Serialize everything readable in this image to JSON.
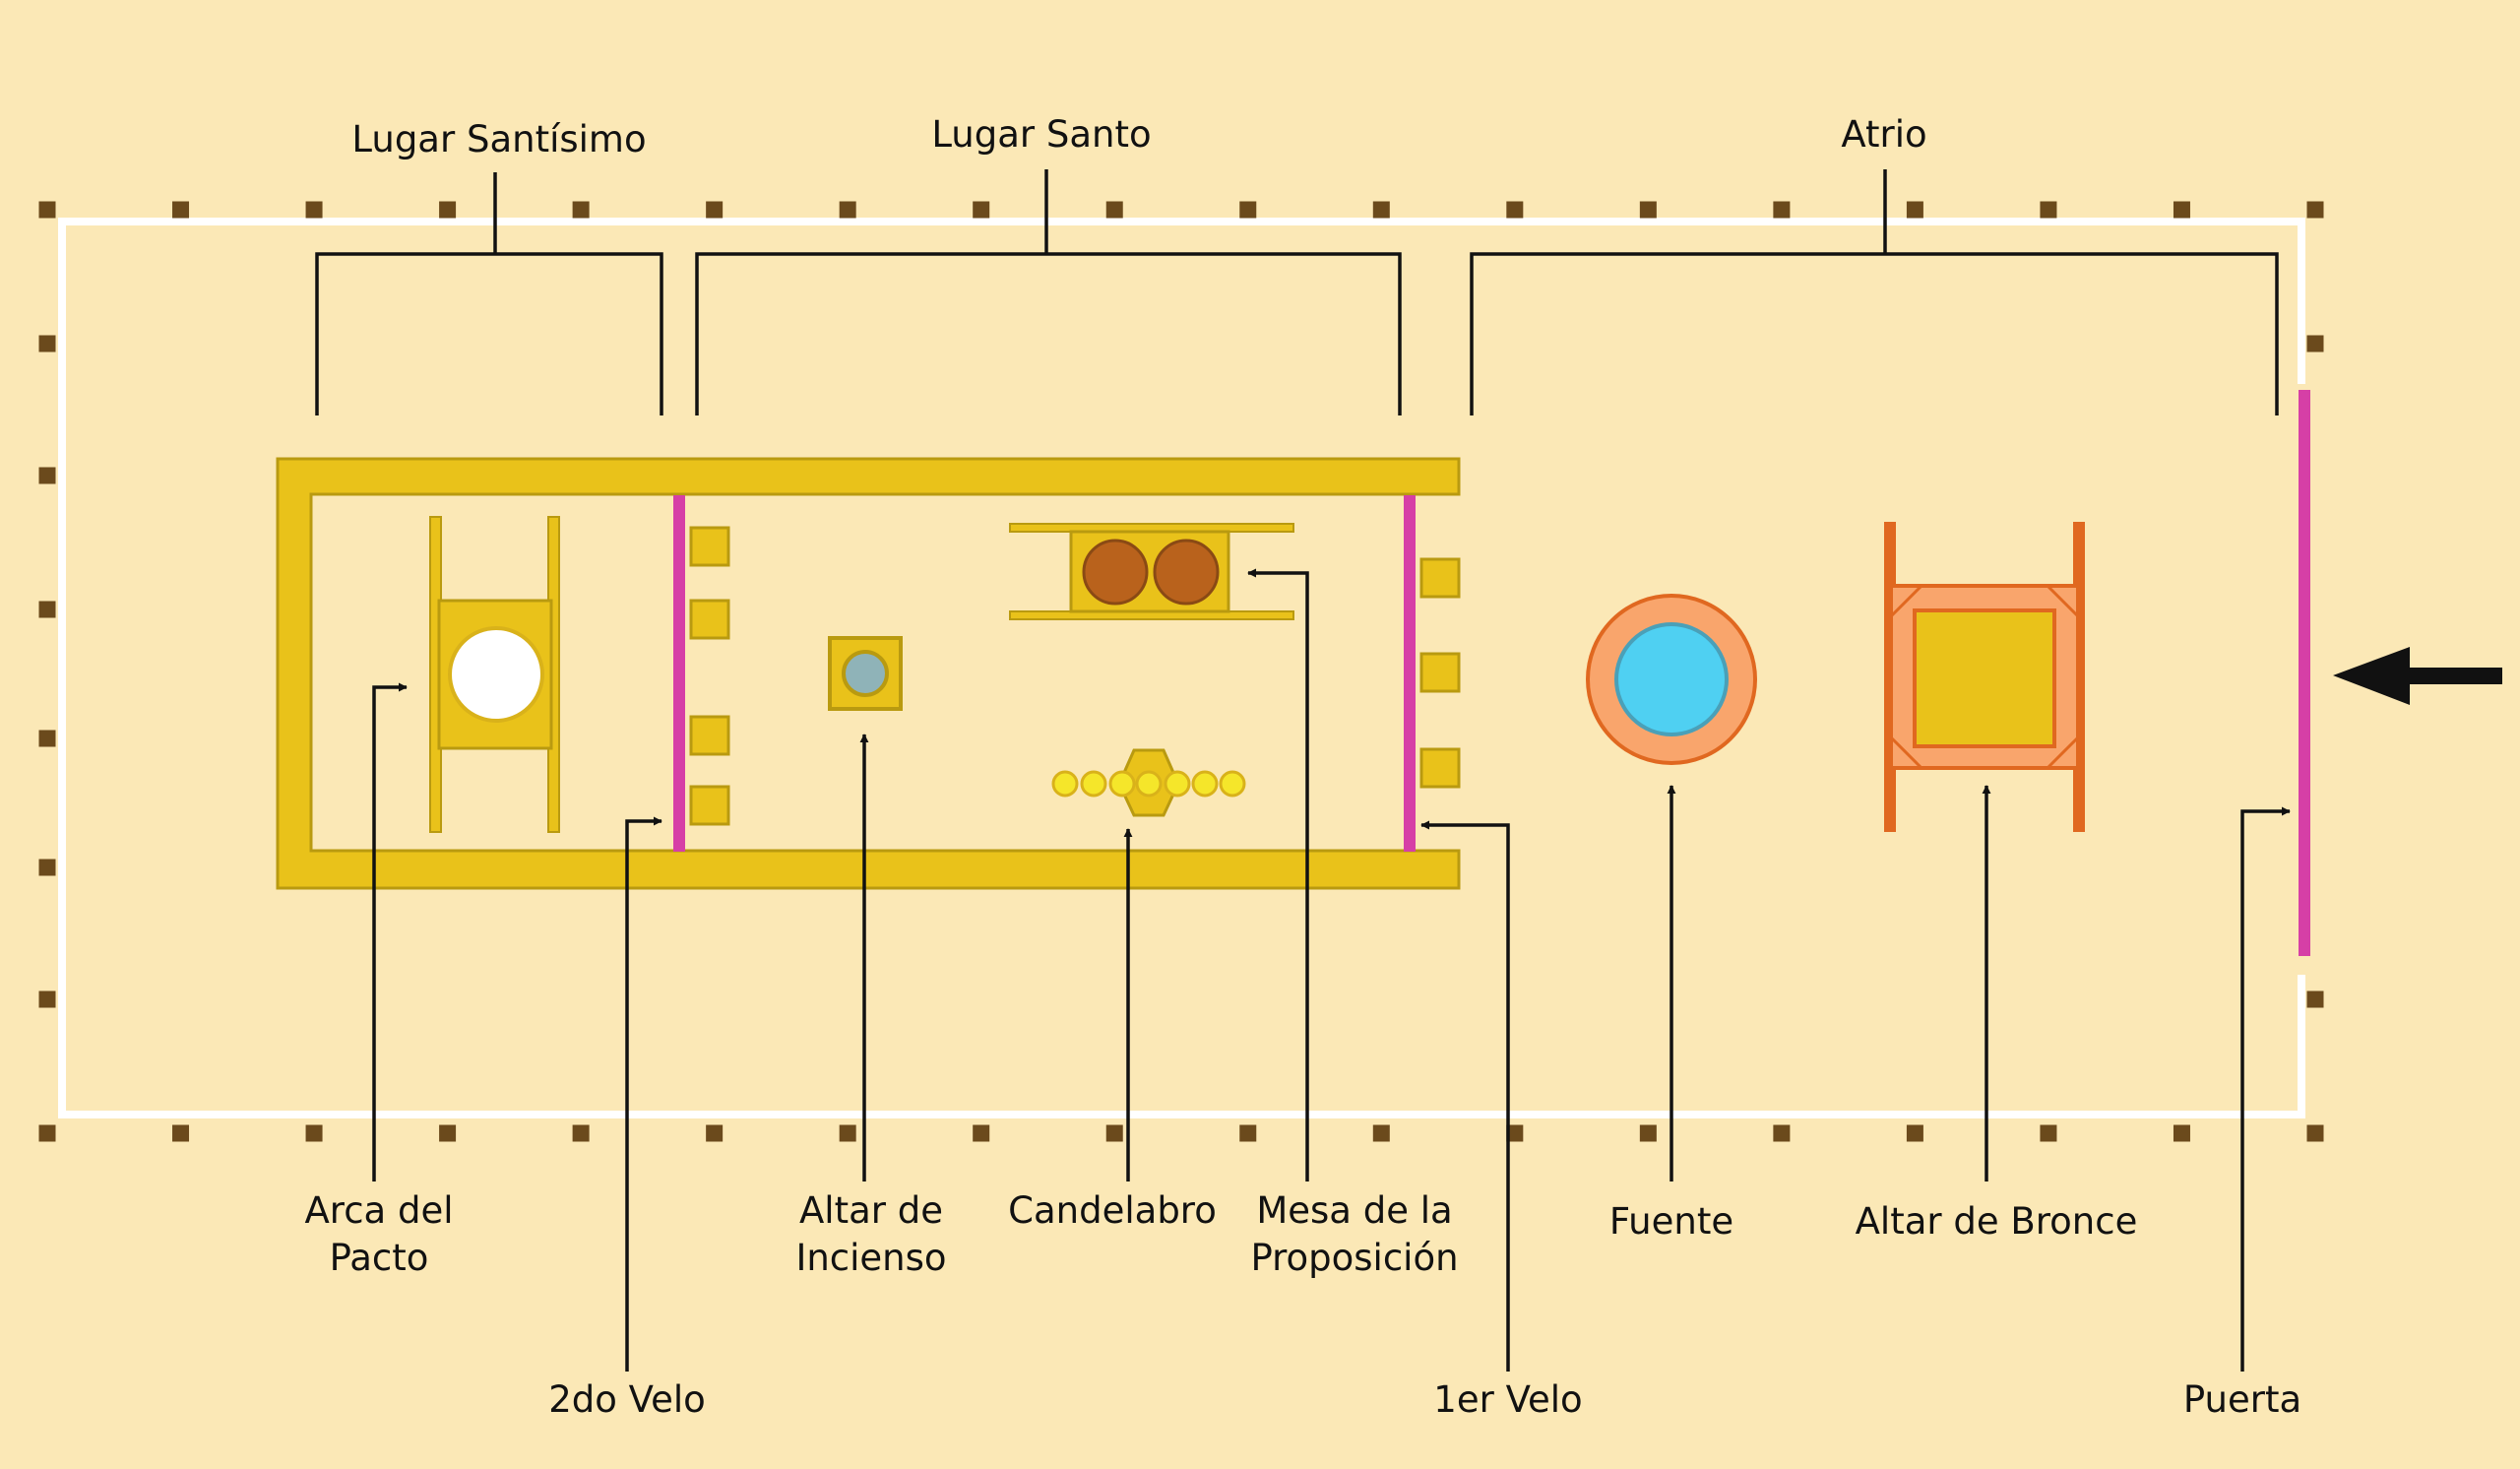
{
  "sections": {
    "holiest": "Lugar Santísimo",
    "holy": "Lugar Santo",
    "court": "Atrio"
  },
  "items": {
    "ark": [
      "Arca del",
      "Pacto"
    ],
    "second_veil": "2do Velo",
    "incense_altar": [
      "Altar de",
      "Incienso"
    ],
    "lampstand": "Candelabro",
    "showbread_table": [
      "Mesa de la",
      "Proposición"
    ],
    "first_veil": "1er Velo",
    "laver": "Fuente",
    "bronze_altar": "Altar de Bronce",
    "gate": "Puerta"
  },
  "colors": {
    "background": "#fbe8b6",
    "gold": "#e9c21a",
    "gold_dark": "#b99a10",
    "veil": "#d63fa6",
    "post": "#6b4a1c",
    "bronze": "#e06820",
    "bronze_fill": "#f9a56c",
    "water": "#4fd0f2",
    "loaves": "#b9621c",
    "lamp": "#f5e62a"
  }
}
